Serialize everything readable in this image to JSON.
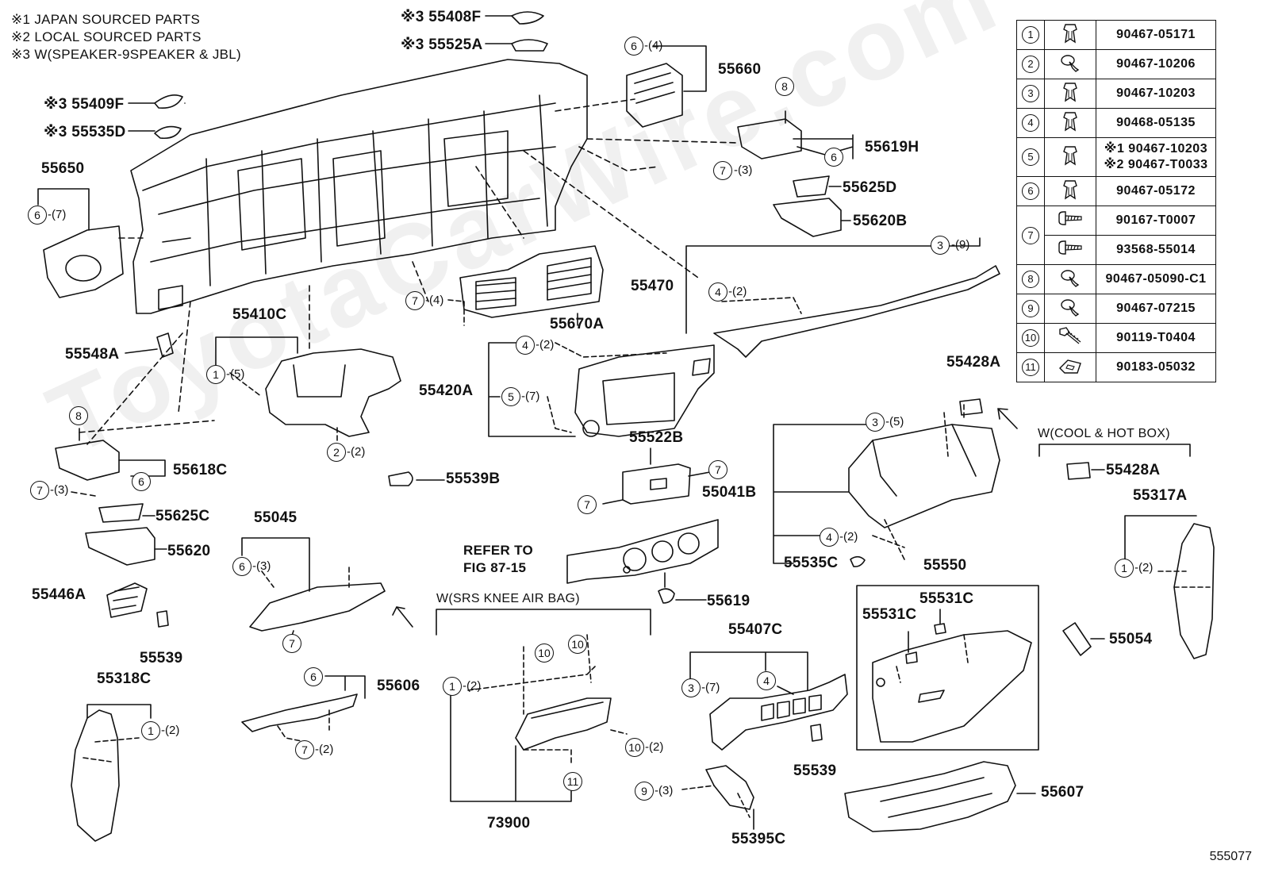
{
  "notes": [
    "※1  JAPAN SOURCED PARTS",
    "※2  LOCAL SOURCED PARTS",
    "※3  W(SPEAKER-9SPEAKER & JBL)"
  ],
  "figure_number": "555077",
  "watermark": "ToyotaCarWire.com",
  "fastener_table": [
    {
      "ref": "1",
      "parts": [
        "90467-05171"
      ],
      "icon": "clip-icon"
    },
    {
      "ref": "2",
      "parts": [
        "90467-10206"
      ],
      "icon": "push-rivet-icon"
    },
    {
      "ref": "3",
      "parts": [
        "90467-10203"
      ],
      "icon": "clip-icon"
    },
    {
      "ref": "4",
      "parts": [
        "90468-05135"
      ],
      "icon": "clip-icon"
    },
    {
      "ref": "5",
      "parts": [
        "※1 90467-10203",
        "※2 90467-T0033"
      ],
      "icon": "clip-icon"
    },
    {
      "ref": "6",
      "parts": [
        "90467-05172"
      ],
      "icon": "clip-icon"
    },
    {
      "ref": "7",
      "parts": [
        "90167-T0007",
        "93568-55014"
      ],
      "icon": "screw-icon"
    },
    {
      "ref": "8",
      "parts": [
        "90467-05090-C1"
      ],
      "icon": "push-rivet-icon"
    },
    {
      "ref": "9",
      "parts": [
        "90467-07215"
      ],
      "icon": "push-rivet-icon"
    },
    {
      "ref": "10",
      "parts": [
        "90119-T0404"
      ],
      "icon": "bolt-icon"
    },
    {
      "ref": "11",
      "parts": [
        "90183-05032"
      ],
      "icon": "nut-clip-icon"
    }
  ],
  "part_labels": {
    "p55408F": "※3 55408F",
    "p55525A": "※3 55525A",
    "p55409F": "※3 55409F",
    "p55535D": "※3 55535D",
    "p55650": "55650",
    "p55660": "55660",
    "p55619H": "55619H",
    "p55625D": "55625D",
    "p55620B": "55620B",
    "p55470": "55470",
    "p55670A": "55670A",
    "p55410C": "55410C",
    "p55548A": "55548A",
    "p55420A": "55420A",
    "p55428A_top": "55428A",
    "p55428A_box": "55428A",
    "p55618C": "55618C",
    "p55539B": "55539B",
    "p55522B": "55522B",
    "p55041B": "55041B",
    "p55317A": "55317A",
    "p55625C": "55625C",
    "p55045": "55045",
    "p55620": "55620",
    "p55446A": "55446A",
    "p55539_left": "55539",
    "p55619": "55619",
    "p55535C": "55535C",
    "p55550": "55550",
    "p55531C_a": "55531C",
    "p55531C_b": "55531C",
    "p55054": "55054",
    "p55318C": "55318C",
    "p55606": "55606",
    "p55407C": "55407C",
    "p55539_mid": "55539",
    "p55607": "55607",
    "p73900": "73900",
    "p55395C": "55395C"
  },
  "captions": {
    "refer": "REFER TO",
    "fig": "FIG 87-15",
    "knee_airbag": "W(SRS KNEE AIR BAG)",
    "cool_hot_box": "W(COOL & HOT BOX)"
  }
}
